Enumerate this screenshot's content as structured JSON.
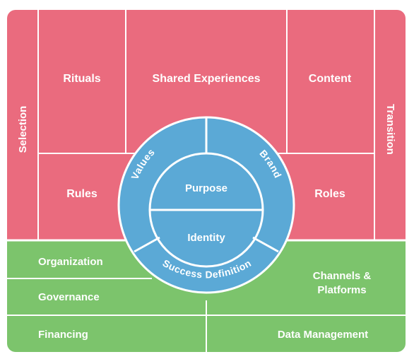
{
  "colors": {
    "pink": "#ea6b7e",
    "green": "#7cc46c",
    "blue": "#5ba9d6",
    "line": "#ffffff",
    "text": "#ffffff"
  },
  "canvas": {
    "top": {
      "selection": "Selection",
      "rituals": "Rituals",
      "shared_experiences": "Shared Experiences",
      "content": "Content",
      "transition": "Transition",
      "rules": "Rules",
      "roles": "Roles"
    },
    "bottom": {
      "organization": "Organization",
      "governance": "Governance",
      "financing": "Financing",
      "channels_platforms_line1": "Channels &",
      "channels_platforms_line2": "Platforms",
      "data_management": "Data Management"
    },
    "center": {
      "purpose": "Purpose",
      "identity": "Identity",
      "values": "Values",
      "brand": "Brand",
      "success_definition": "Success Definition"
    }
  }
}
